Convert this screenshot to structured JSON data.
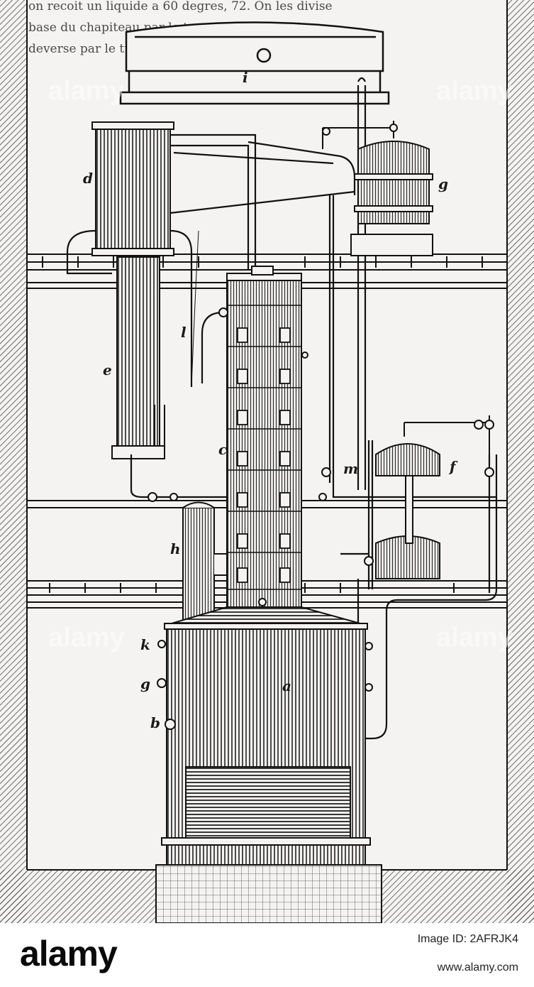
{
  "top_text": {
    "line1": "on recoit un liquide a 60 degres, 72. On les divise",
    "line2": "base du chapiteau par le tuyau de l'entonnoir",
    "line3": "deverse par le tuyau l dans le premier plateau de la"
  },
  "labels": {
    "i": "i",
    "d": "d",
    "g_top": "g",
    "l": "l",
    "e": "e",
    "c": "c",
    "m": "m",
    "f": "f",
    "h": "h",
    "k": "k",
    "g_low": "g",
    "a": "a",
    "b": "b"
  },
  "watermark": {
    "text": "alamy"
  },
  "footer": {
    "logo": "alamy",
    "image_id": "Image ID: 2AFRJK4",
    "url": "www.alamy.com"
  },
  "colors": {
    "ink": "#1a1a1a",
    "paper": "#f4f3f1",
    "footer_bg": "#ffffff"
  }
}
